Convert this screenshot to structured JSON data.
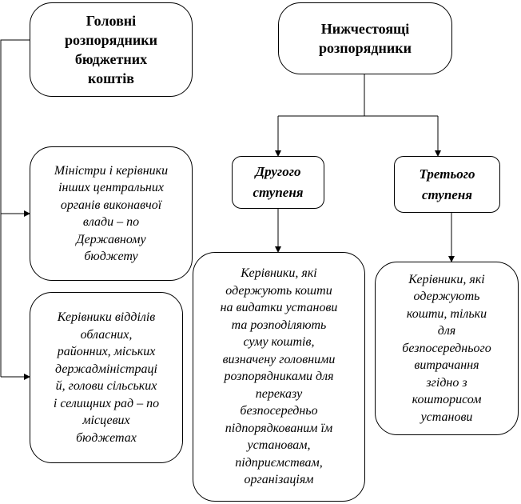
{
  "diagram": {
    "main_managers": "Головні\nрозпорядники\nбюджетних\nкоштів",
    "lower_managers": "Нижчестоящі\nрозпорядники",
    "second_level": "Другого\nступеня",
    "third_level": "Третього\nступеня",
    "ministers": "Міністри і керівники\nінших центральних\nорганів виконавчої\nвлади – по\nДержавному\nбюджету",
    "local_heads": "Керівники відділів\nобласних,\nрайонних, міських\nдержадміністраці\nй, голови сільських\nі селищних рад – по\nмісцевих\nбюджетах",
    "second_desc": "Керівники, які\nодержують кошти\nна видатки установи\nта розподіляють\nсуму коштів,\nвизначену головними\nрозпорядниками для\nпереказу\nбезпосередньо\nпідпорядкованим їм\nустановам,\nпідприємствам,\nорганізаціям",
    "third_desc": "Керівники, які\nодержують\nкошти, тільки\nдля\nбезпосереднього\nвитрачання\nзгідно з\nкошторисом\nустанови"
  }
}
